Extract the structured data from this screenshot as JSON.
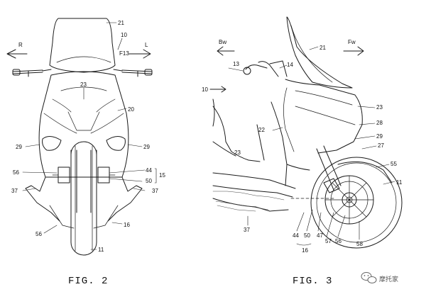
{
  "figures": [
    {
      "caption": "FIG. 2",
      "direction_labels": [
        "R",
        "L"
      ],
      "figure_number_mark": "F13",
      "reference_numerals": [
        "21",
        "10",
        "23",
        "20",
        "29",
        "29",
        "56",
        "44",
        "15",
        "50",
        "37",
        "37",
        "56",
        "16",
        "11"
      ]
    },
    {
      "caption": "FIG. 3",
      "direction_labels": [
        "Bw",
        "Fw"
      ],
      "reference_numerals": [
        "21",
        "13",
        "14",
        "10",
        "23",
        "28",
        "22",
        "29",
        "27",
        "23",
        "55",
        "11",
        "37",
        "44",
        "50",
        "47",
        "57",
        "56",
        "58",
        "16"
      ]
    }
  ],
  "watermark": {
    "text": "摩托家",
    "icon": "wechat-logo-icon"
  }
}
